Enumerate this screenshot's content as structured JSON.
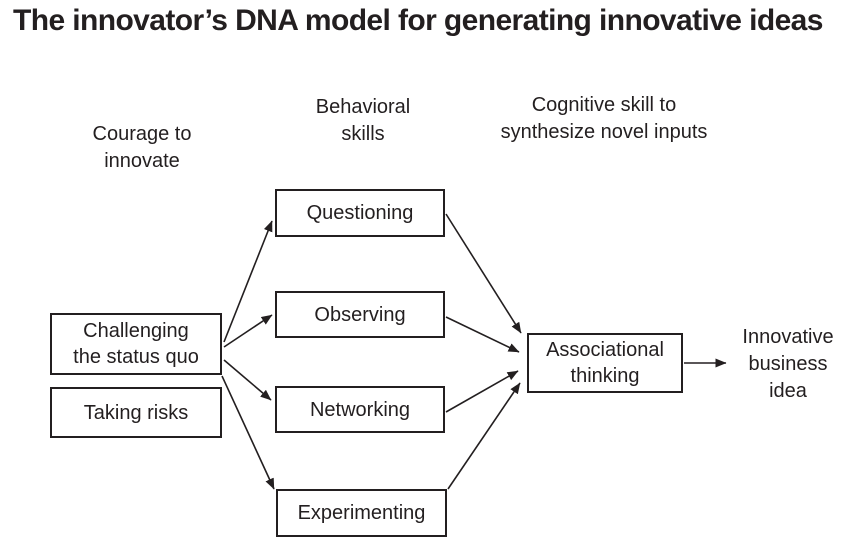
{
  "title": "The innovator’s DNA model for generating innovative ideas",
  "column_headers": {
    "courage": "Courage to\ninnovate",
    "behavioral": "Behavioral\nskills",
    "cognitive": "Cognitive skill to\nsynthesize novel inputs"
  },
  "nodes": {
    "challenging": "Challenging\nthe status quo",
    "taking_risks": "Taking risks",
    "questioning": "Questioning",
    "observing": "Observing",
    "networking": "Networking",
    "experimenting": "Experimenting",
    "associational": "Associational\nthinking",
    "outcome": "Innovative\nbusiness\nidea"
  },
  "edges": [
    {
      "from": "challenging",
      "to": "questioning"
    },
    {
      "from": "challenging",
      "to": "observing"
    },
    {
      "from": "challenging",
      "to": "networking"
    },
    {
      "from": "challenging",
      "to": "experimenting"
    },
    {
      "from": "questioning",
      "to": "associational"
    },
    {
      "from": "observing",
      "to": "associational"
    },
    {
      "from": "networking",
      "to": "associational"
    },
    {
      "from": "experimenting",
      "to": "associational"
    },
    {
      "from": "associational",
      "to": "outcome"
    }
  ],
  "colors": {
    "text": "#231f20",
    "border": "#231f20",
    "background": "#ffffff"
  }
}
